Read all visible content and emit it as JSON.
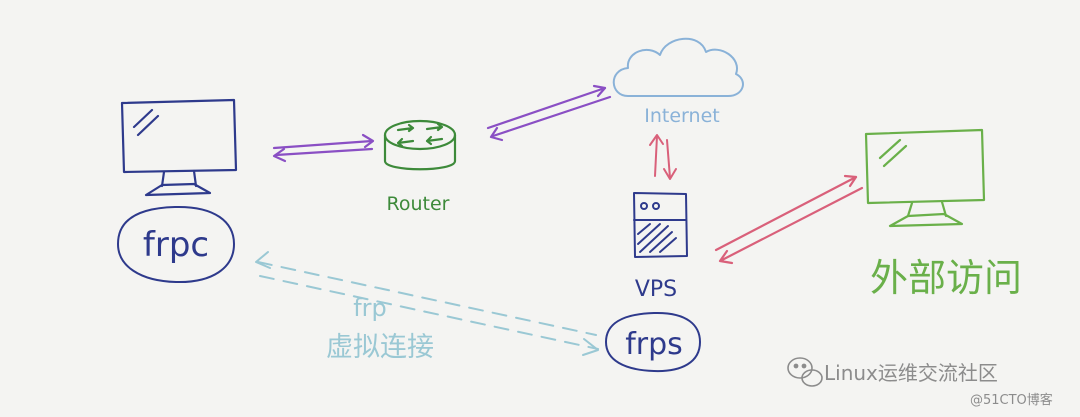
{
  "colors": {
    "client": "#2e3a8c",
    "router": "#3d8a3a",
    "internet": "#8ab2d8",
    "purple": "#8a4fc4",
    "pink": "#d9607a",
    "vps": "#2e3a8c",
    "external": "#6ab04a",
    "tunnel": "#9ac8d4",
    "watermark": "#8c8c8c"
  },
  "labels": {
    "frpc": "frpc",
    "router": "Router",
    "internet": "Internet",
    "vps": "VPS",
    "frps": "frps",
    "external": "外部访问",
    "tunnel_line1": "frp",
    "tunnel_line2": "虚拟连接"
  },
  "watermark": {
    "brand": "Linux运维交流社区",
    "source": "@51CTO博客"
  }
}
